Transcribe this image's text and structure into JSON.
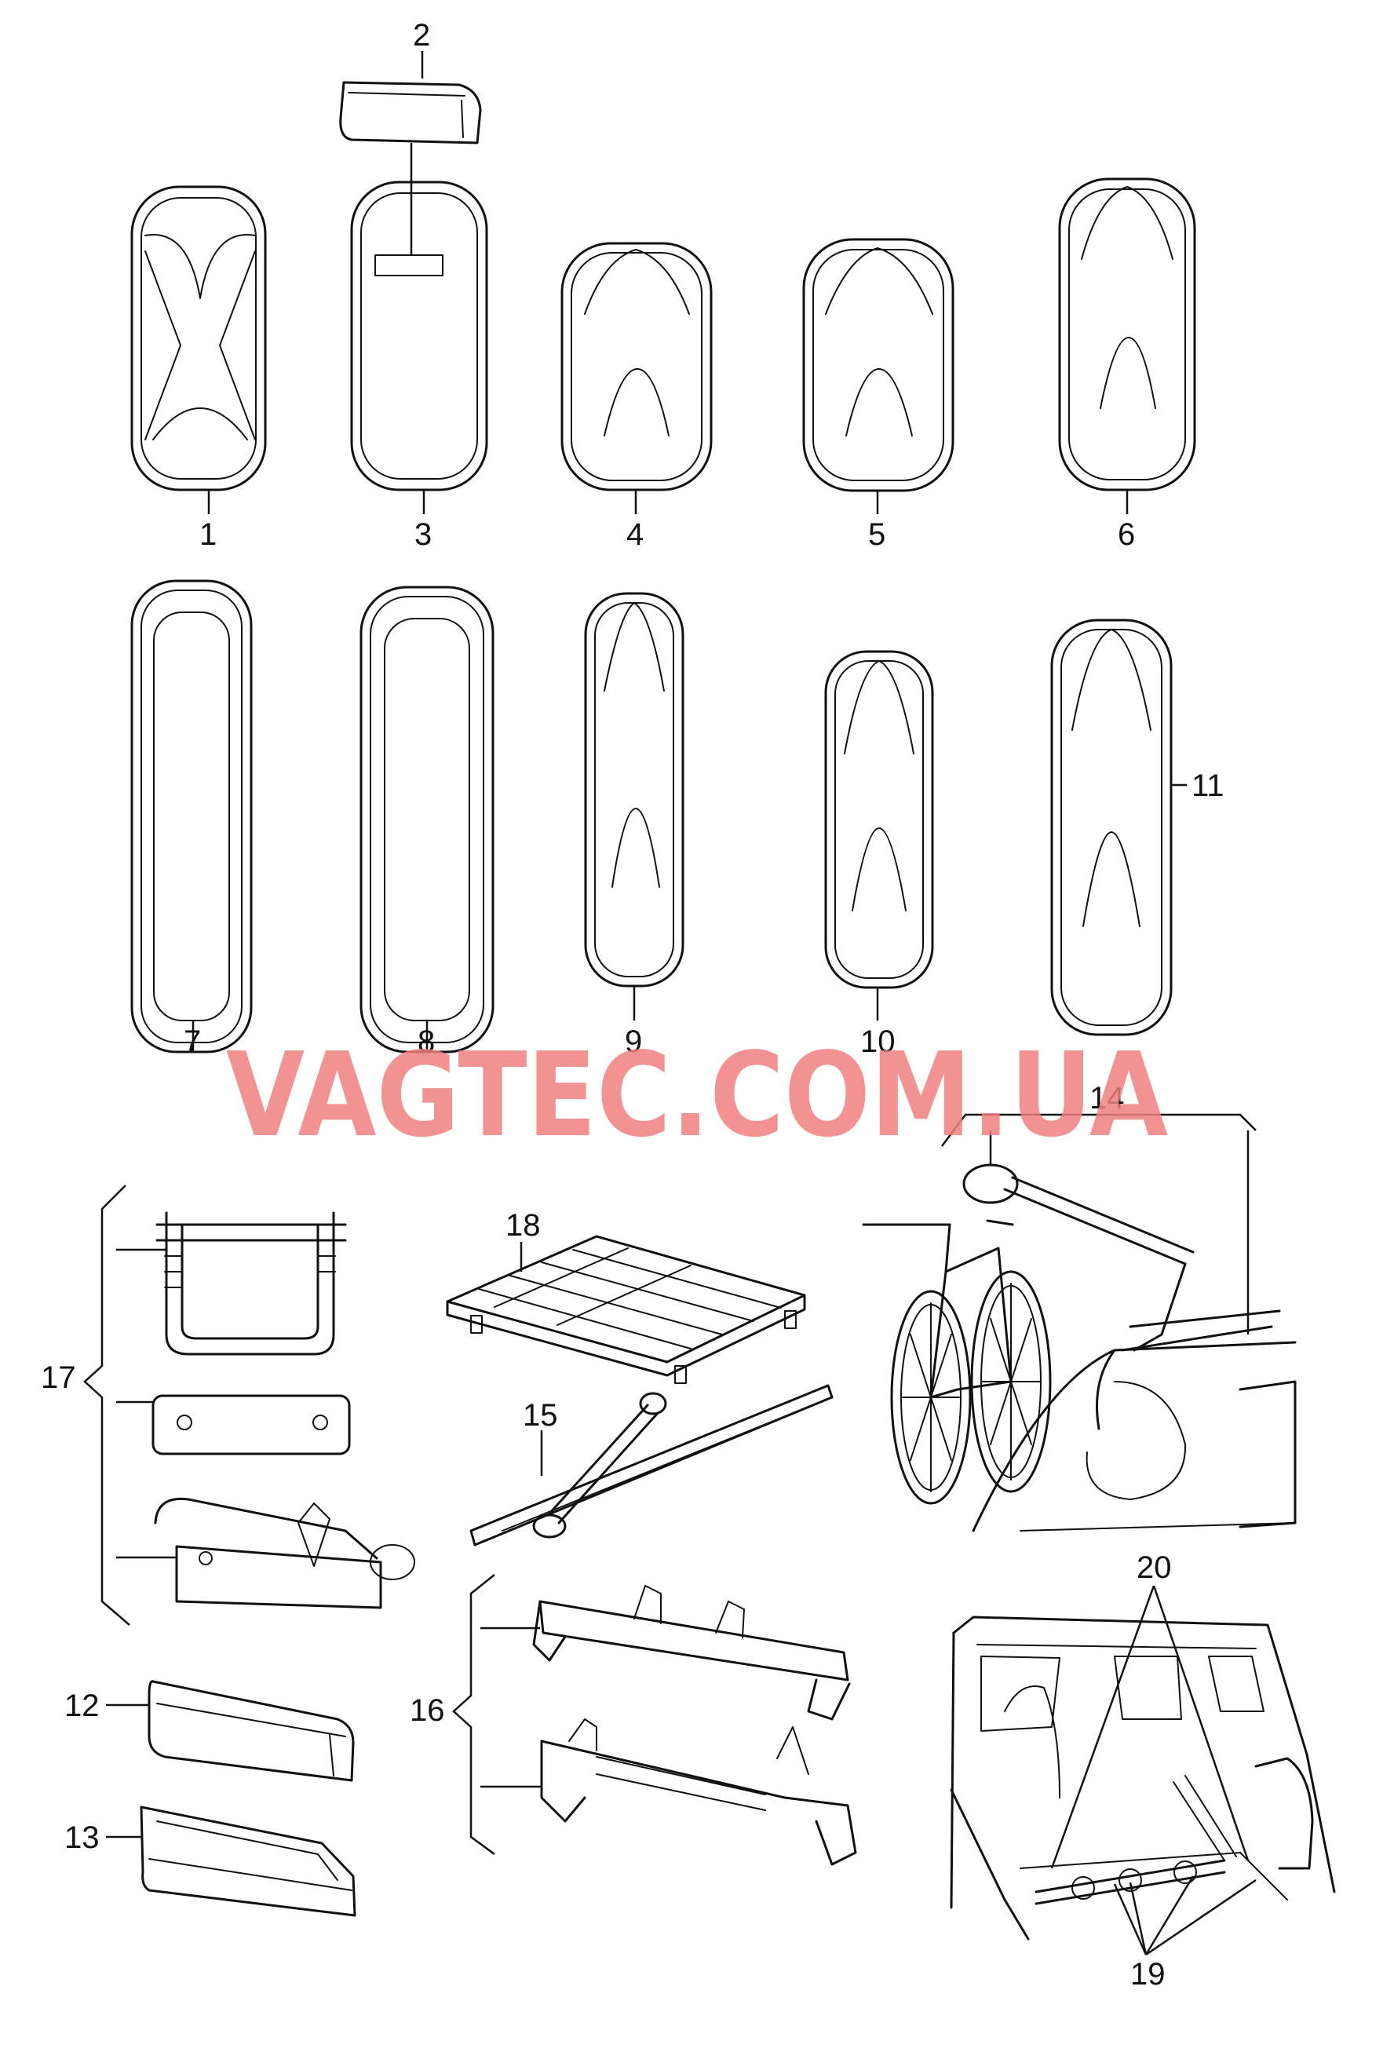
{
  "watermark": {
    "text": "VAGTEC.COM.UA",
    "color": "#f08080"
  },
  "callouts": {
    "c1": "1",
    "c2": "2",
    "c3": "3",
    "c4": "4",
    "c5": "5",
    "c6": "6",
    "c7": "7",
    "c8": "8",
    "c9": "9",
    "c10": "10",
    "c11": "11",
    "c12": "12",
    "c13": "13",
    "c14": "14",
    "c15": "15",
    "c16": "16",
    "c17": "17",
    "c18": "18",
    "c19": "19",
    "c20": "20"
  }
}
